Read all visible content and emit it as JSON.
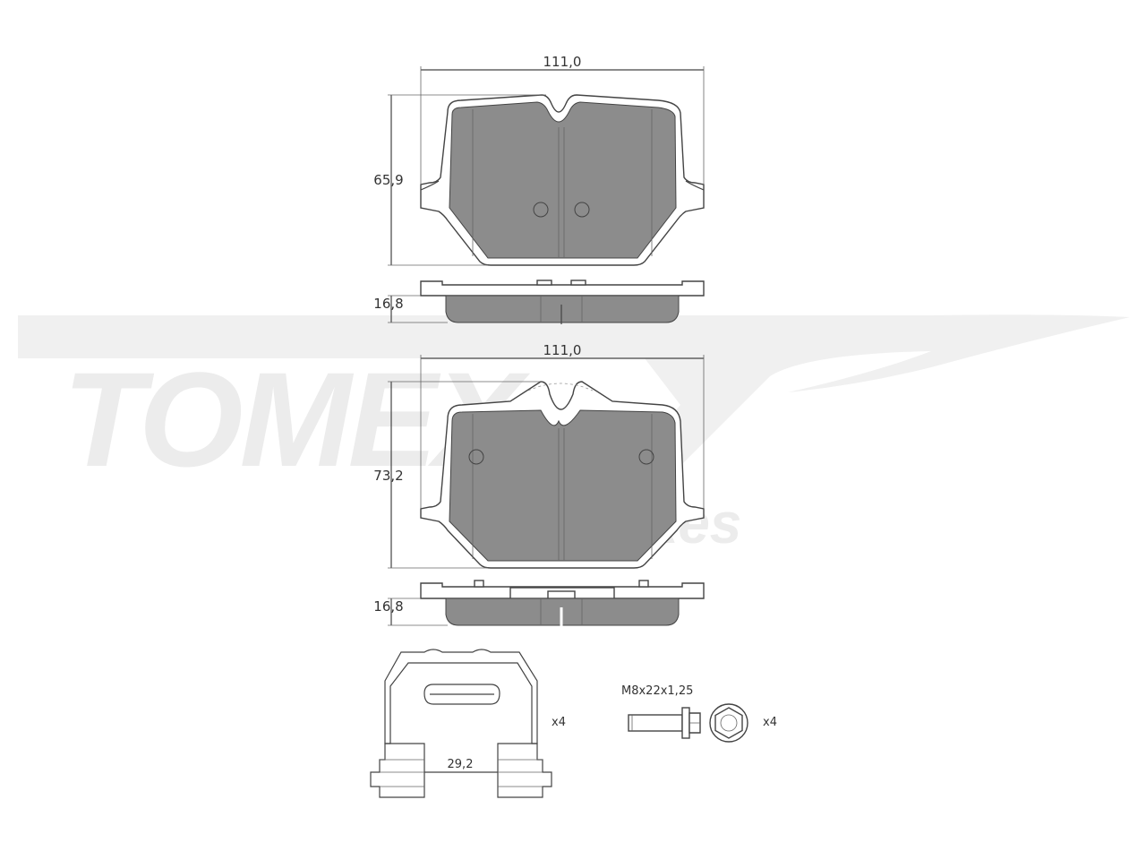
{
  "watermark": {
    "brand": "TOMEX",
    "sub": "brakes"
  },
  "pad_top": {
    "width_label": "111,0",
    "height_label": "65,9",
    "thickness_label": "16,8"
  },
  "pad_bottom": {
    "width_label": "111,0",
    "height_label": "73,2",
    "thickness_label": "16,8"
  },
  "spring_clip": {
    "width_label": "29,2",
    "quantity_label": "x4"
  },
  "bolt": {
    "spec_label": "M8x22x1,25",
    "quantity_label": "x4"
  },
  "colors": {
    "friction": "#8c8c8c",
    "outline": "#444444",
    "watermark": "#ececec"
  }
}
